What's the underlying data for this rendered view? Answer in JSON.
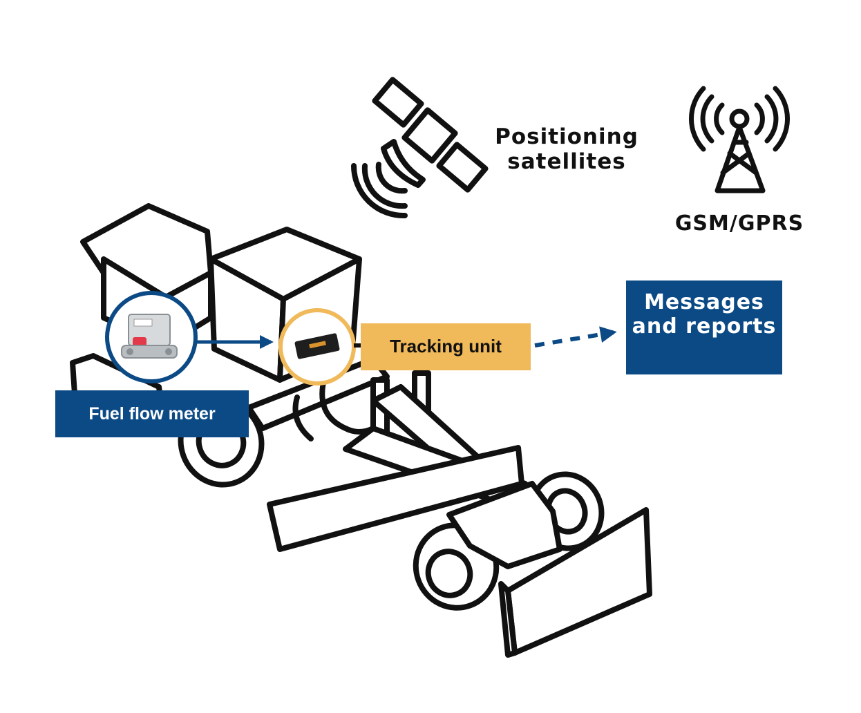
{
  "labels": {
    "positioning_satellites": "Positioning satellites",
    "gsm_gprs": "GSM/GPRS",
    "messages_and_reports": "Messages and reports",
    "tracking_unit": "Tracking unit",
    "fuel_flow_meter": "Fuel flow meter"
  },
  "colors": {
    "navy": "#0c4a86",
    "amber": "#f0b95a",
    "line": "#111111"
  },
  "icons": {
    "satellite": "satellite-icon",
    "tower": "cell-tower-icon",
    "flow_meter": "flow-meter-device-icon",
    "tracker": "tracker-device-icon"
  }
}
